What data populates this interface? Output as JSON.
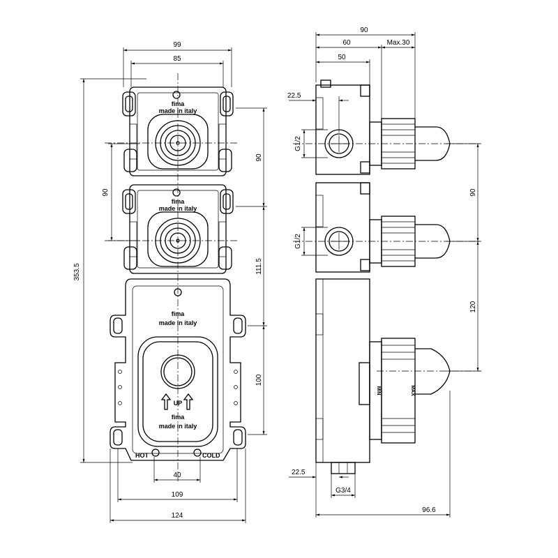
{
  "front_view": {
    "dims": {
      "w99": "99",
      "w85": "85",
      "h353": "353.5",
      "v90_right": "90",
      "v90_left": "90",
      "v111": "111.5",
      "v100": "100",
      "w40": "40",
      "w109": "109",
      "w124": "124"
    },
    "module1": {
      "brand": "fima",
      "made_in": "made in italy"
    },
    "module2": {
      "brand": "fima",
      "made_in": "made in italy"
    },
    "mixer": {
      "brand_top": "fima",
      "made_in_top": "made in italy",
      "up_label": "UP",
      "brand_bottom": "fima",
      "made_in_bottom": "made in italy",
      "hot_label": "HOT",
      "cold_label": "COLD"
    }
  },
  "side_view": {
    "dims": {
      "w90": "90",
      "w60": "60",
      "max30": "Max.30",
      "w50": "50",
      "top22": "22.5",
      "thread1": "G1/2",
      "thread2": "G1/2",
      "v90": "90",
      "v120": "120",
      "bot22": "22.5",
      "thread_bottom": "G3/4",
      "w96": "96.6"
    },
    "marks": {
      "min": "MIN",
      "max": "MAX"
    }
  }
}
